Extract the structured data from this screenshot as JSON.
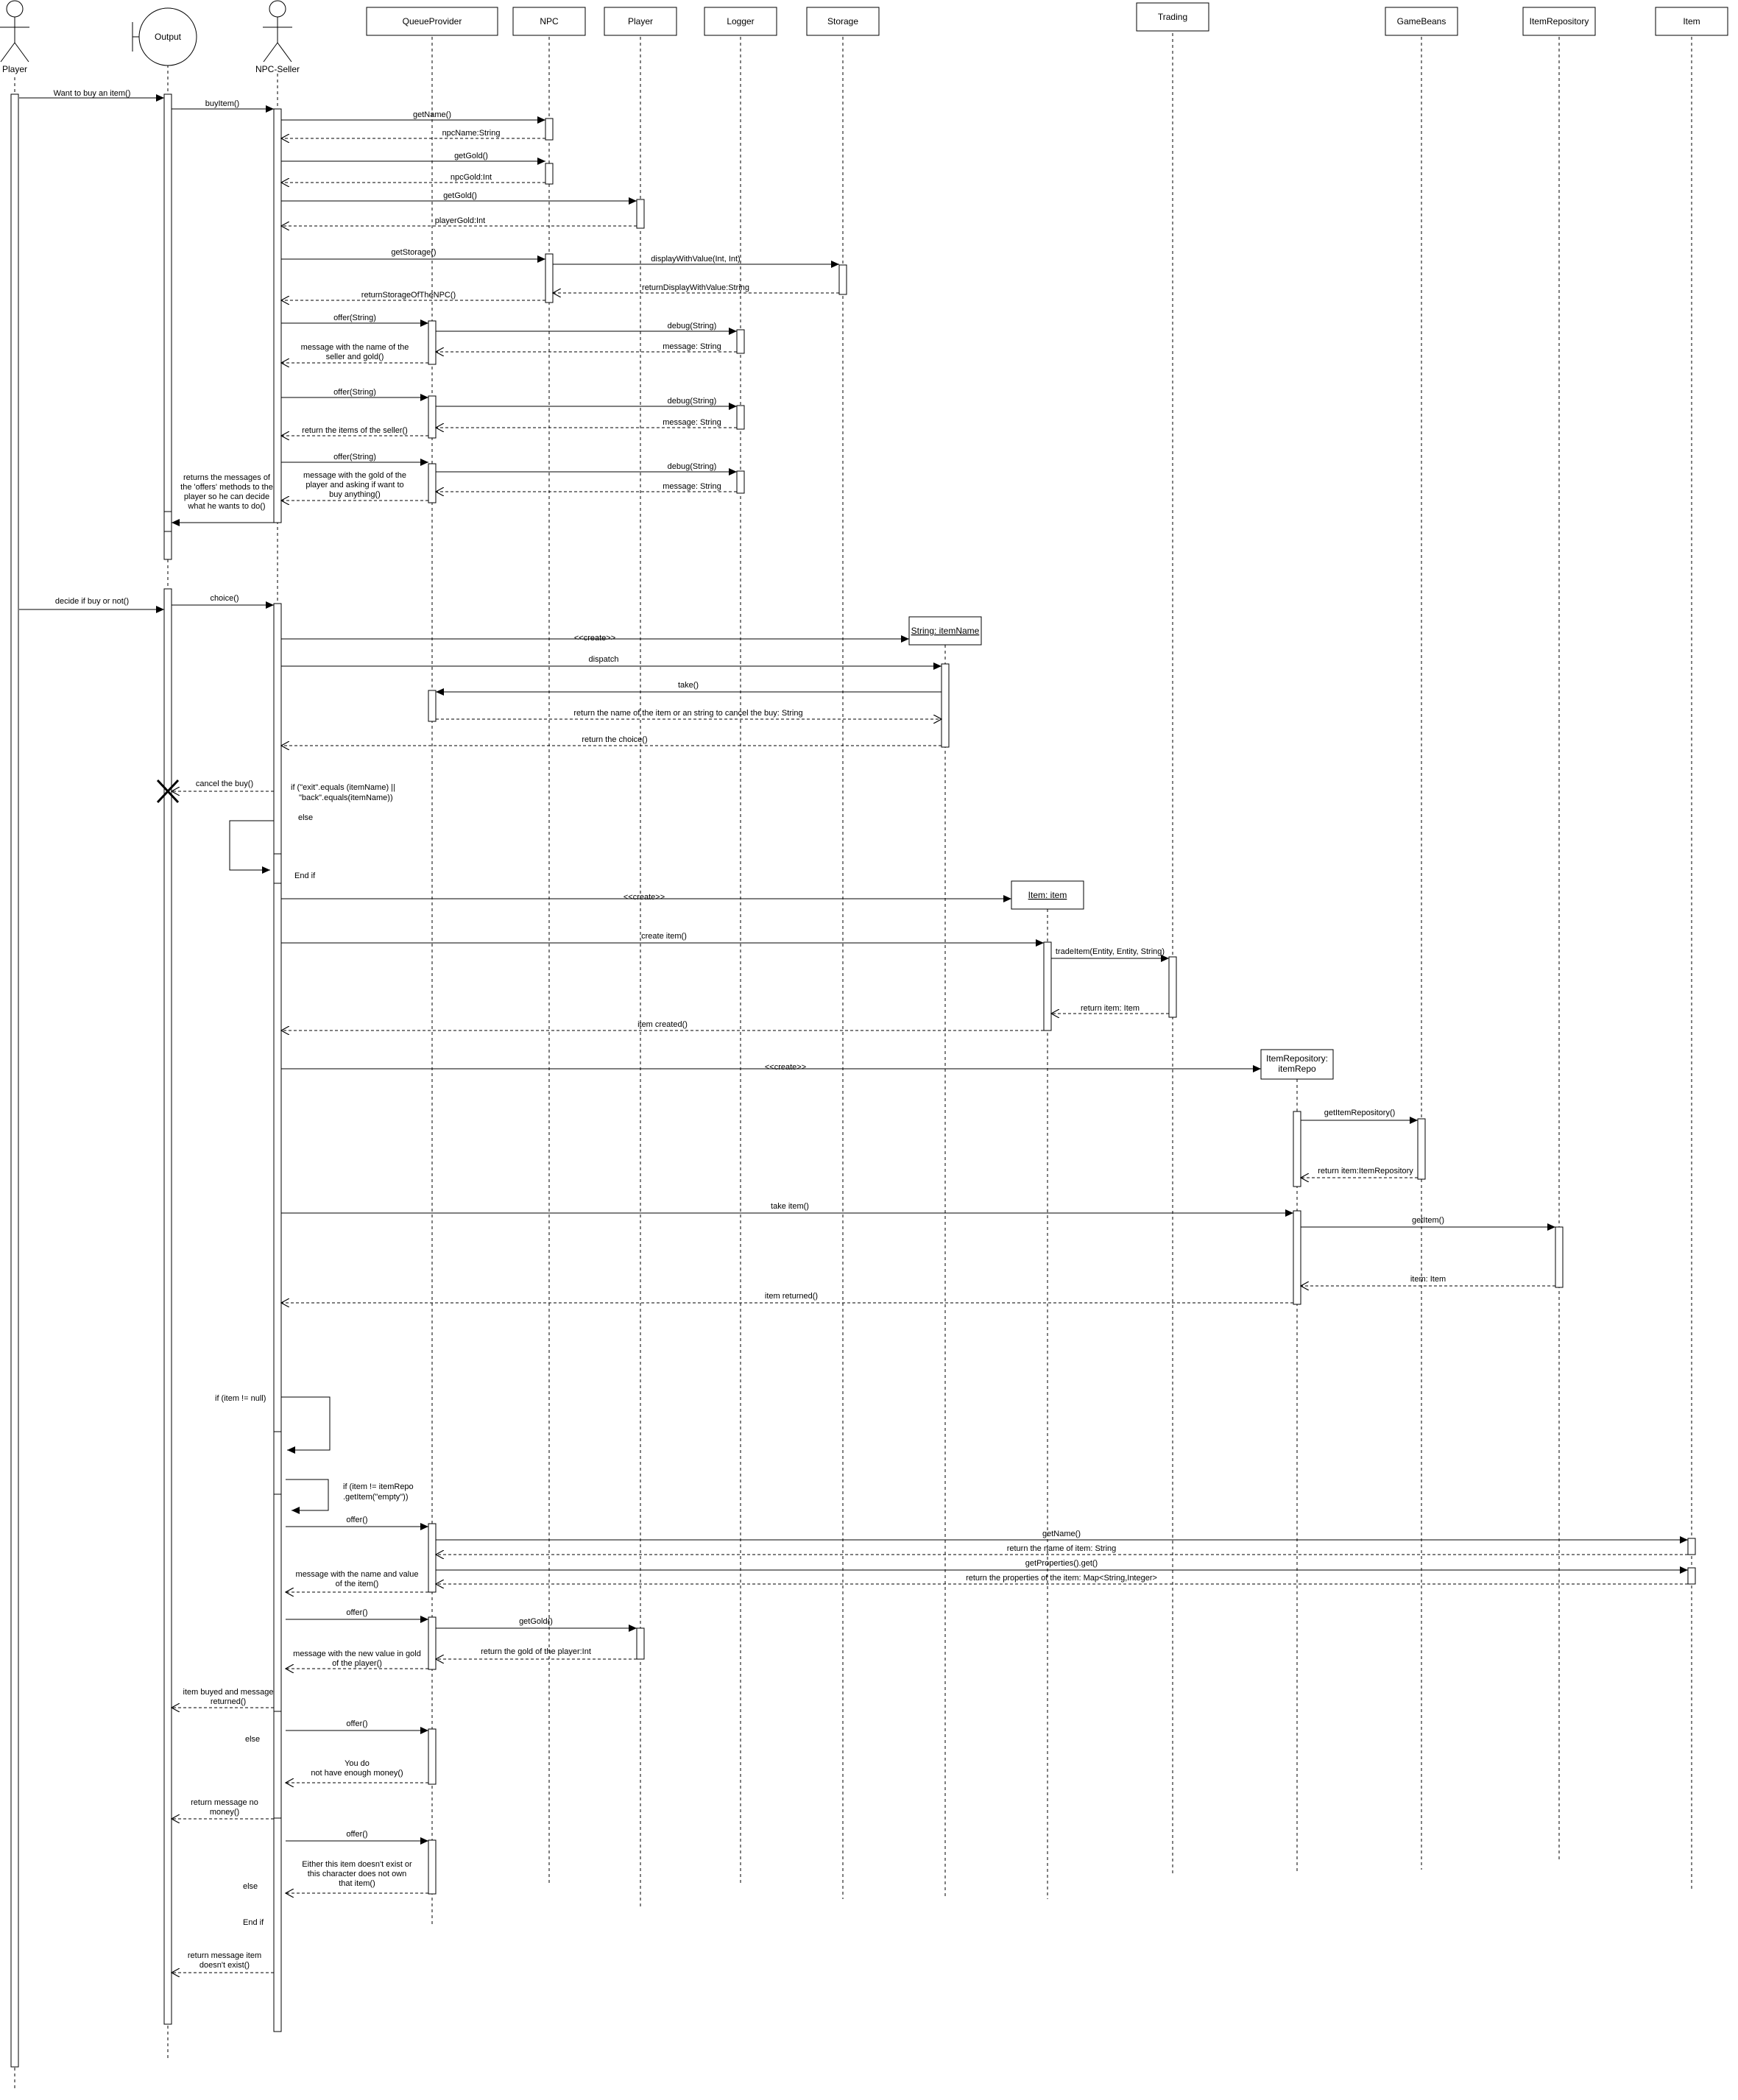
{
  "participants": [
    {
      "id": "player_actor",
      "label": "Player",
      "kind": "actor"
    },
    {
      "id": "output",
      "label": "Output",
      "kind": "boundary"
    },
    {
      "id": "npc_seller",
      "label": "NPC-Seller",
      "kind": "actor"
    },
    {
      "id": "queue",
      "label": "QueueProvider",
      "kind": "box"
    },
    {
      "id": "npc",
      "label": "NPC",
      "kind": "box"
    },
    {
      "id": "player_box",
      "label": "Player",
      "kind": "box"
    },
    {
      "id": "logger",
      "label": "Logger",
      "kind": "box"
    },
    {
      "id": "storage",
      "label": "Storage",
      "kind": "box"
    },
    {
      "id": "trading",
      "label": "Trading",
      "kind": "box"
    },
    {
      "id": "gamebeans",
      "label": "GameBeans",
      "kind": "box"
    },
    {
      "id": "itemrepository",
      "label": "ItemRepository",
      "kind": "box"
    },
    {
      "id": "item",
      "label": "Item",
      "kind": "box"
    }
  ],
  "created_objects": [
    {
      "id": "itemname",
      "label": "String: itemName",
      "underline": true
    },
    {
      "id": "itemobj",
      "label": "Item: item",
      "underline": true
    },
    {
      "id": "itemrepo",
      "lines": [
        "ItemRepository:",
        "itemRepo"
      ],
      "underline": false
    }
  ],
  "messages": [
    {
      "from": "player_actor",
      "to": "output",
      "lines": [
        "Want to buy an item()"
      ],
      "dashed": false
    },
    {
      "from": "output",
      "to": "npc_seller",
      "lines": [
        "buyItem()"
      ],
      "dashed": false
    },
    {
      "from": "npc_seller",
      "to": "npc",
      "lines": [
        "getName()"
      ],
      "dashed": false
    },
    {
      "from": "npc",
      "to": "npc_seller",
      "lines": [
        "npcName:String"
      ],
      "dashed": true
    },
    {
      "from": "npc_seller",
      "to": "npc",
      "lines": [
        "getGold()"
      ],
      "dashed": false
    },
    {
      "from": "npc",
      "to": "npc_seller",
      "lines": [
        "npcGold:Int"
      ],
      "dashed": true
    },
    {
      "from": "npc_seller",
      "to": "player_box",
      "lines": [
        "getGold()"
      ],
      "dashed": false
    },
    {
      "from": "player_box",
      "to": "npc_seller",
      "lines": [
        "playerGold:Int"
      ],
      "dashed": true
    },
    {
      "from": "npc_seller",
      "to": "npc",
      "lines": [
        "getStorage()"
      ],
      "dashed": false
    },
    {
      "from": "npc",
      "to": "storage",
      "lines": [
        "displayWithValue(Int, Int)"
      ],
      "dashed": false
    },
    {
      "from": "storage",
      "to": "npc",
      "lines": [
        "returnDisplayWithValue:String"
      ],
      "dashed": true
    },
    {
      "from": "npc",
      "to": "npc_seller",
      "lines": [
        "returnStorageOfTheNPC()"
      ],
      "dashed": true
    },
    {
      "from": "npc_seller",
      "to": "queue",
      "lines": [
        "offer(String)"
      ],
      "dashed": false
    },
    {
      "from": "queue",
      "to": "logger",
      "lines": [
        "debug(String)"
      ],
      "dashed": false
    },
    {
      "from": "logger",
      "to": "queue",
      "lines": [
        "message: String"
      ],
      "dashed": true
    },
    {
      "from": "queue",
      "to": "npc_seller",
      "lines": [
        "message with the name of the",
        "seller and gold()"
      ],
      "dashed": true
    },
    {
      "from": "npc_seller",
      "to": "queue",
      "lines": [
        "offer(String)"
      ],
      "dashed": false
    },
    {
      "from": "queue",
      "to": "logger",
      "lines": [
        "debug(String)"
      ],
      "dashed": false
    },
    {
      "from": "logger",
      "to": "queue",
      "lines": [
        "message: String"
      ],
      "dashed": true
    },
    {
      "from": "queue",
      "to": "npc_seller",
      "lines": [
        "return the items of the seller()"
      ],
      "dashed": true
    },
    {
      "from": "npc_seller",
      "to": "queue",
      "lines": [
        "offer(String)"
      ],
      "dashed": false
    },
    {
      "from": "queue",
      "to": "logger",
      "lines": [
        "debug(String)"
      ],
      "dashed": false
    },
    {
      "from": "logger",
      "to": "queue",
      "lines": [
        "message: String"
      ],
      "dashed": true
    },
    {
      "from": "queue",
      "to": "npc_seller",
      "lines": [
        "message with the gold of the",
        "player and asking if want to",
        "buy anything()"
      ],
      "dashed": true
    },
    {
      "from": "npc_seller",
      "to": "output",
      "lines": [
        "returns the messages of",
        "the 'offers' methods to the",
        "player so he can decide",
        "what he wants to do()"
      ],
      "dashed": false
    },
    {
      "from": "player_actor",
      "to": "output",
      "lines": [
        "decide if buy or not()"
      ],
      "dashed": false
    },
    {
      "from": "output",
      "to": "npc_seller",
      "lines": [
        "choice()"
      ],
      "dashed": false
    },
    {
      "from": "npc_seller",
      "to": "itemname",
      "lines": [
        "<<create>>"
      ],
      "dashed": false
    },
    {
      "from": "npc_seller",
      "to": "itemname",
      "lines": [
        "dispatch"
      ],
      "dashed": false
    },
    {
      "from": "itemname",
      "to": "queue",
      "lines": [
        "take()"
      ],
      "dashed": false
    },
    {
      "from": "queue",
      "to": "itemname",
      "lines": [
        "return the name of the item or an string to cancel the buy: String"
      ],
      "dashed": true
    },
    {
      "from": "itemname",
      "to": "npc_seller",
      "lines": [
        "return the choice()"
      ],
      "dashed": true
    },
    {
      "from": "npc_seller",
      "to": "output",
      "lines": [
        "cancel the buy()"
      ],
      "dashed": true
    },
    {
      "from": "npc_seller",
      "to": "itemobj",
      "lines": [
        "<<create>>"
      ],
      "dashed": false
    },
    {
      "from": "npc_seller",
      "to": "itemobj",
      "lines": [
        "create item()"
      ],
      "dashed": false
    },
    {
      "from": "itemobj",
      "to": "trading",
      "lines": [
        "tradeItem(Entity, Entity, String)"
      ],
      "dashed": false
    },
    {
      "from": "trading",
      "to": "itemobj",
      "lines": [
        "return item: Item"
      ],
      "dashed": true
    },
    {
      "from": "itemobj",
      "to": "npc_seller",
      "lines": [
        "item created()"
      ],
      "dashed": true
    },
    {
      "from": "npc_seller",
      "to": "itemrepo",
      "lines": [
        "<<create>>"
      ],
      "dashed": false
    },
    {
      "from": "itemrepo",
      "to": "gamebeans",
      "lines": [
        "getItemRepository()"
      ],
      "dashed": false
    },
    {
      "from": "gamebeans",
      "to": "itemrepo",
      "lines": [
        "return item:ItemRepository"
      ],
      "dashed": true
    },
    {
      "from": "npc_seller",
      "to": "itemrepo",
      "lines": [
        "take item()"
      ],
      "dashed": false
    },
    {
      "from": "itemrepo",
      "to": "itemrepository",
      "lines": [
        "getItem()"
      ],
      "dashed": false
    },
    {
      "from": "itemrepository",
      "to": "itemrepo",
      "lines": [
        "item: Item"
      ],
      "dashed": true
    },
    {
      "from": "itemrepo",
      "to": "npc_seller",
      "lines": [
        "item returned()"
      ],
      "dashed": true
    },
    {
      "from": "npc_seller",
      "to": "queue",
      "lines": [
        "offer()"
      ],
      "dashed": false
    },
    {
      "from": "queue",
      "to": "item",
      "lines": [
        "getName()"
      ],
      "dashed": false
    },
    {
      "from": "item",
      "to": "queue",
      "lines": [
        "return the name of item: String"
      ],
      "dashed": true
    },
    {
      "from": "queue",
      "to": "item",
      "lines": [
        "getProperties().get()"
      ],
      "dashed": false
    },
    {
      "from": "item",
      "to": "queue",
      "lines": [
        "return the properties of the item: Map<String,Integer>"
      ],
      "dashed": true
    },
    {
      "from": "queue",
      "to": "npc_seller",
      "lines": [
        "message with the name and value",
        "of the item()"
      ],
      "dashed": true
    },
    {
      "from": "npc_seller",
      "to": "queue",
      "lines": [
        "offer()"
      ],
      "dashed": false
    },
    {
      "from": "queue",
      "to": "player_box",
      "lines": [
        "getGold()"
      ],
      "dashed": false
    },
    {
      "from": "player_box",
      "to": "queue",
      "lines": [
        "return the gold of the player:Int"
      ],
      "dashed": true
    },
    {
      "from": "queue",
      "to": "npc_seller",
      "lines": [
        "message with the new value in gold",
        "of the player()"
      ],
      "dashed": true
    },
    {
      "from": "npc_seller",
      "to": "output",
      "lines": [
        "item buyed and message",
        "returned()"
      ],
      "dashed": true
    },
    {
      "from": "npc_seller",
      "to": "queue",
      "lines": [
        "offer()"
      ],
      "dashed": false
    },
    {
      "from": "queue",
      "to": "npc_seller",
      "lines": [
        "You do",
        "not have enough money()"
      ],
      "dashed": true
    },
    {
      "from": "npc_seller",
      "to": "output",
      "lines": [
        "return message no",
        "money()"
      ],
      "dashed": true
    },
    {
      "from": "npc_seller",
      "to": "queue",
      "lines": [
        "offer()"
      ],
      "dashed": false
    },
    {
      "from": "queue",
      "to": "npc_seller",
      "lines": [
        "Either this item doesn't exist or",
        "this character does not own",
        "that item()"
      ],
      "dashed": true
    },
    {
      "from": "npc_seller",
      "to": "output",
      "lines": [
        "return message item",
        "doesn't exist()"
      ],
      "dashed": true
    }
  ],
  "notes": [
    {
      "lines": [
        "if (\"exit\".equals (itemName) ||",
        "\"back\".equals(itemName))"
      ]
    },
    {
      "lines": [
        "else"
      ]
    },
    {
      "lines": [
        "End if"
      ]
    },
    {
      "lines": [
        "if (item != null)"
      ]
    },
    {
      "lines": [
        "if (item != itemRepo",
        ".getItem(\"empty\"))"
      ]
    },
    {
      "lines": [
        "else"
      ]
    },
    {
      "lines": [
        "else"
      ]
    },
    {
      "lines": [
        "End if"
      ]
    }
  ]
}
